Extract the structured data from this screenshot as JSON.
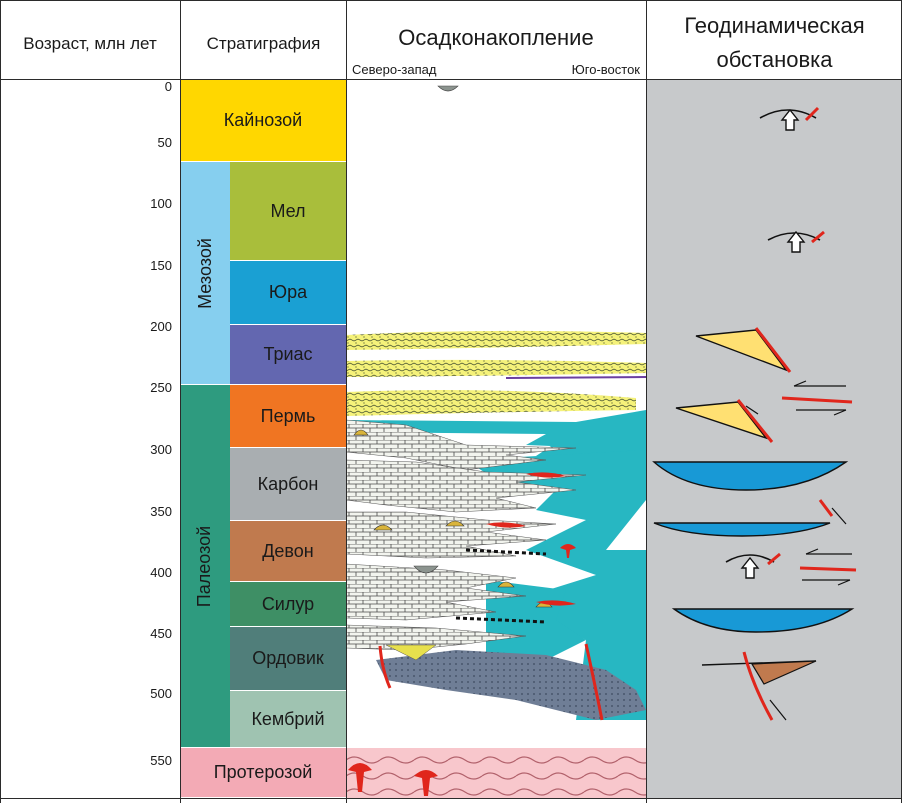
{
  "headers": {
    "age": "Возраст, млн лет",
    "strat": "Стратиграфия",
    "sed": "Осадконакопление",
    "nw": "Северо-запад",
    "se": "Юго-восток",
    "geo_line1": "Геодинамическая",
    "geo_line2": "обстановка"
  },
  "ticks": [
    "0",
    "50",
    "100",
    "150",
    "200",
    "250",
    "300",
    "350",
    "400",
    "450",
    "500",
    "550"
  ],
  "eras": {
    "cenozoic": "Кайнозой",
    "mesozoic": "Мезозой",
    "paleozoic": "Палеозой",
    "proterozoic": "Протерозой"
  },
  "periods": {
    "cretaceous": "Мел",
    "jurassic": "Юра",
    "triassic": "Триас",
    "permian": "Пермь",
    "carboniferous": "Карбон",
    "devonian": "Девон",
    "silurian": "Силур",
    "ordovician": "Ордовик",
    "cambrian": "Кембрий"
  },
  "colors": {
    "cenozoic": "#FFD700",
    "mesozoic": "#86CFEF",
    "paleozoic": "#2E9B7F",
    "proterozoic": "#F3AAB5",
    "cretaceous": "#A9BE3B",
    "jurassic": "#1AA0D3",
    "triassic": "#6367B0",
    "permian": "#F07522",
    "carboniferous": "#A9AEB1",
    "devonian": "#C07A4E",
    "silurian": "#3E8F65",
    "ordovician": "#507E7A",
    "cambrian": "#9FC3B1",
    "geo_panel": "#C7C9CB",
    "basin": "#1899D6",
    "sand": "#FFE072",
    "fault": "#E0261C",
    "sea": "#27B7C2"
  }
}
